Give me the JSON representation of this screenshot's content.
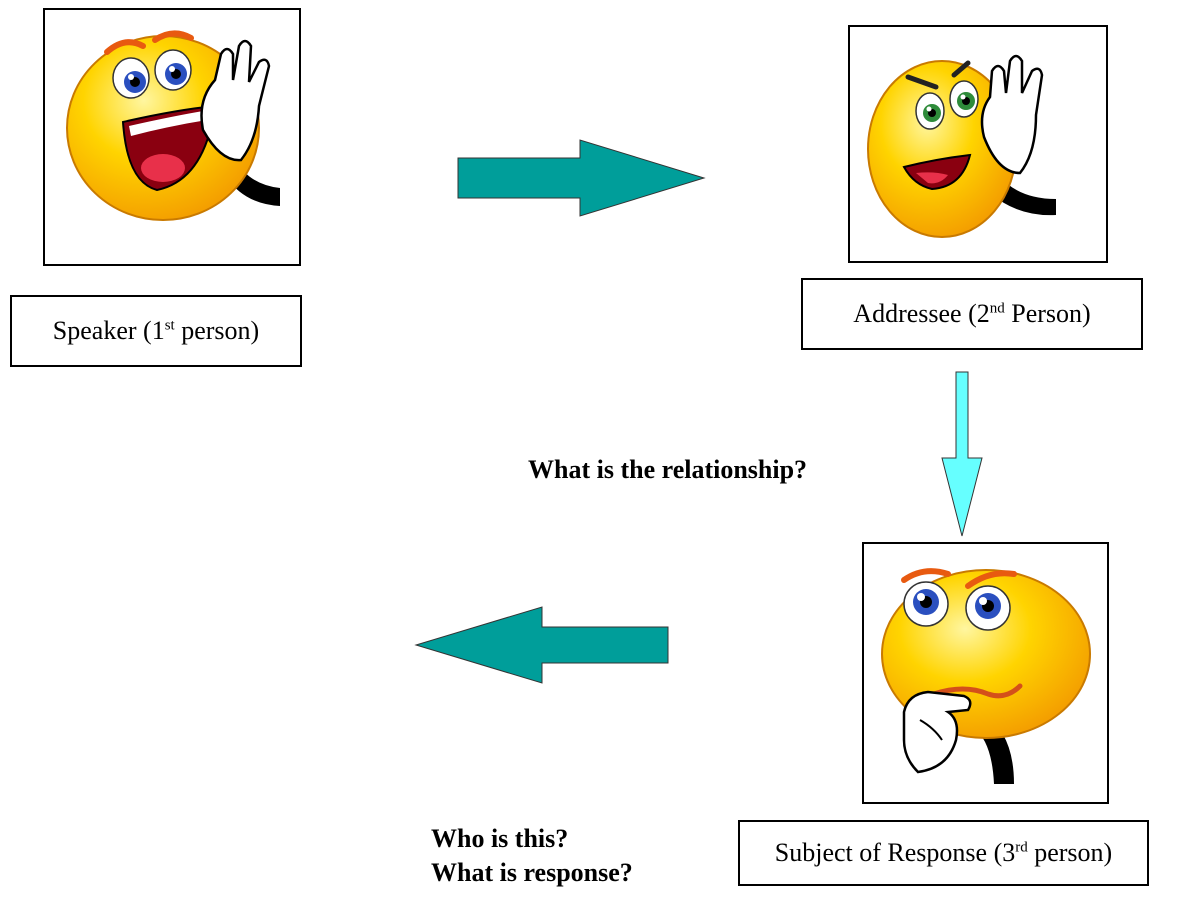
{
  "speaker": {
    "label_pre": "Speaker (1",
    "label_sup": "st",
    "label_post": " person)",
    "icon": "shouting-smiley-icon"
  },
  "addressee": {
    "label_pre": "Addressee (2",
    "label_sup": "nd",
    "label_post": " Person)",
    "icon": "listening-smiley-icon"
  },
  "subject": {
    "label_pre": "Subject of Response (3",
    "label_sup": "rd",
    "label_post": " person)",
    "icon": "thinking-smiley-icon"
  },
  "questions": {
    "relationship": "What is the relationship?",
    "who": "Who is this?",
    "response": "What is response?"
  },
  "colors": {
    "arrow_teal": "#009e9a",
    "arrow_cyan": "#66ffff",
    "face_yellow": "#ffd400",
    "face_orange": "#f7a400",
    "eye_blue": "#2a4fbf",
    "eye_green": "#2e8b3a",
    "mouth_red": "#c8102e"
  }
}
